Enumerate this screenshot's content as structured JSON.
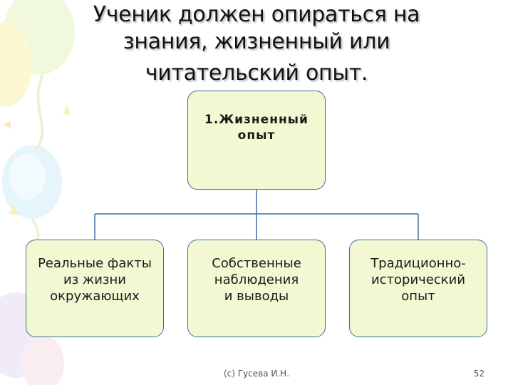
{
  "slide": {
    "title_lines": [
      "Ученик должен опираться на",
      "знания, жизненный или",
      "читательский опыт."
    ]
  },
  "diagram": {
    "root": {
      "lines": [
        "1.Жизненный",
        "опыт"
      ]
    },
    "children": [
      {
        "lines": [
          "Реальные факты",
          "из жизни",
          "окружающих"
        ]
      },
      {
        "lines": [
          "Собственные",
          "наблюдения",
          "и выводы"
        ]
      },
      {
        "lines": [
          "Традиционно-",
          "исторический",
          "опыт"
        ]
      }
    ]
  },
  "footer": {
    "author": "(c) Гусева И.Н.",
    "page_number": "52"
  },
  "colors": {
    "box_fill": "#f2f8d2",
    "box_border": "#3d6fa0",
    "connector": "#3d6fa0"
  }
}
